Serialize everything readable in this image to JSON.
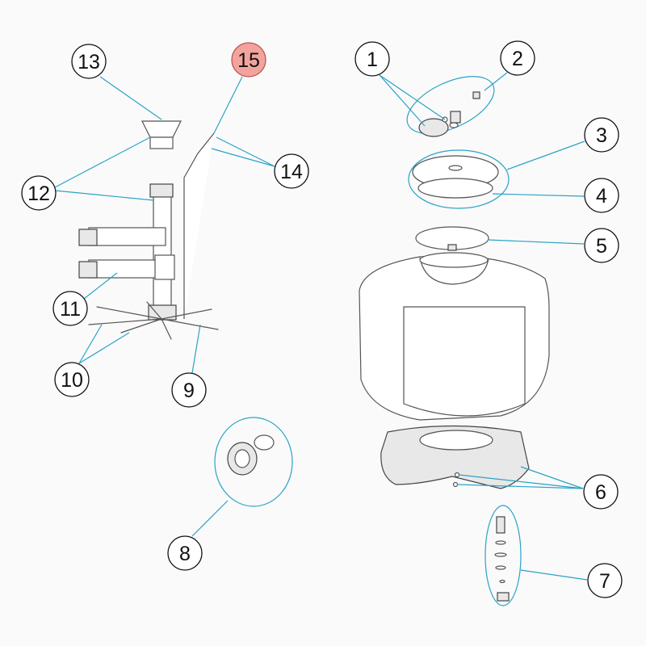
{
  "diagram": {
    "colors": {
      "leader": "#2aa3c6",
      "highlight_fill": "#f2a49c",
      "highlight_text": "#8a2b22"
    },
    "callouts": [
      {
        "label": "1"
      },
      {
        "label": "2"
      },
      {
        "label": "3"
      },
      {
        "label": "4"
      },
      {
        "label": "5"
      },
      {
        "label": "6"
      },
      {
        "label": "7"
      },
      {
        "label": "8"
      },
      {
        "label": "9"
      },
      {
        "label": "10"
      },
      {
        "label": "11"
      },
      {
        "label": "12"
      },
      {
        "label": "13"
      },
      {
        "label": "14"
      },
      {
        "label": "15",
        "highlighted": true
      }
    ]
  }
}
